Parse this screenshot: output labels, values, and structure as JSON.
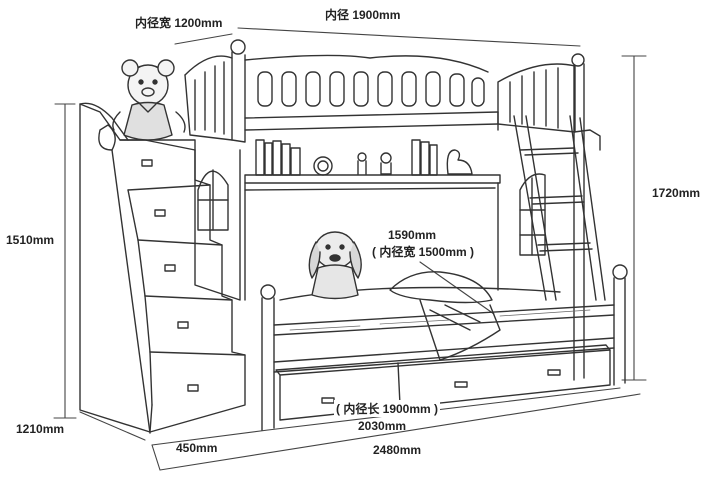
{
  "labels": {
    "inner_width_top": "内径宽 1200mm",
    "inner_length_top": "内径 1900mm",
    "height_right": "1720mm",
    "height_left": "1510mm",
    "lower_width": "1590mm",
    "lower_inner_width": "( 内径宽 1500mm )",
    "lower_inner_length": "( 内径长 1900mm )",
    "length_2030": "2030mm",
    "length_2480": "2480mm",
    "stair_depth": "1210mm",
    "stair_width": "450mm"
  },
  "icons": {
    "teddy_bear": "teddy-bear",
    "plush_dog": "plush-dog",
    "desk_lamp": "desk-lamp"
  }
}
